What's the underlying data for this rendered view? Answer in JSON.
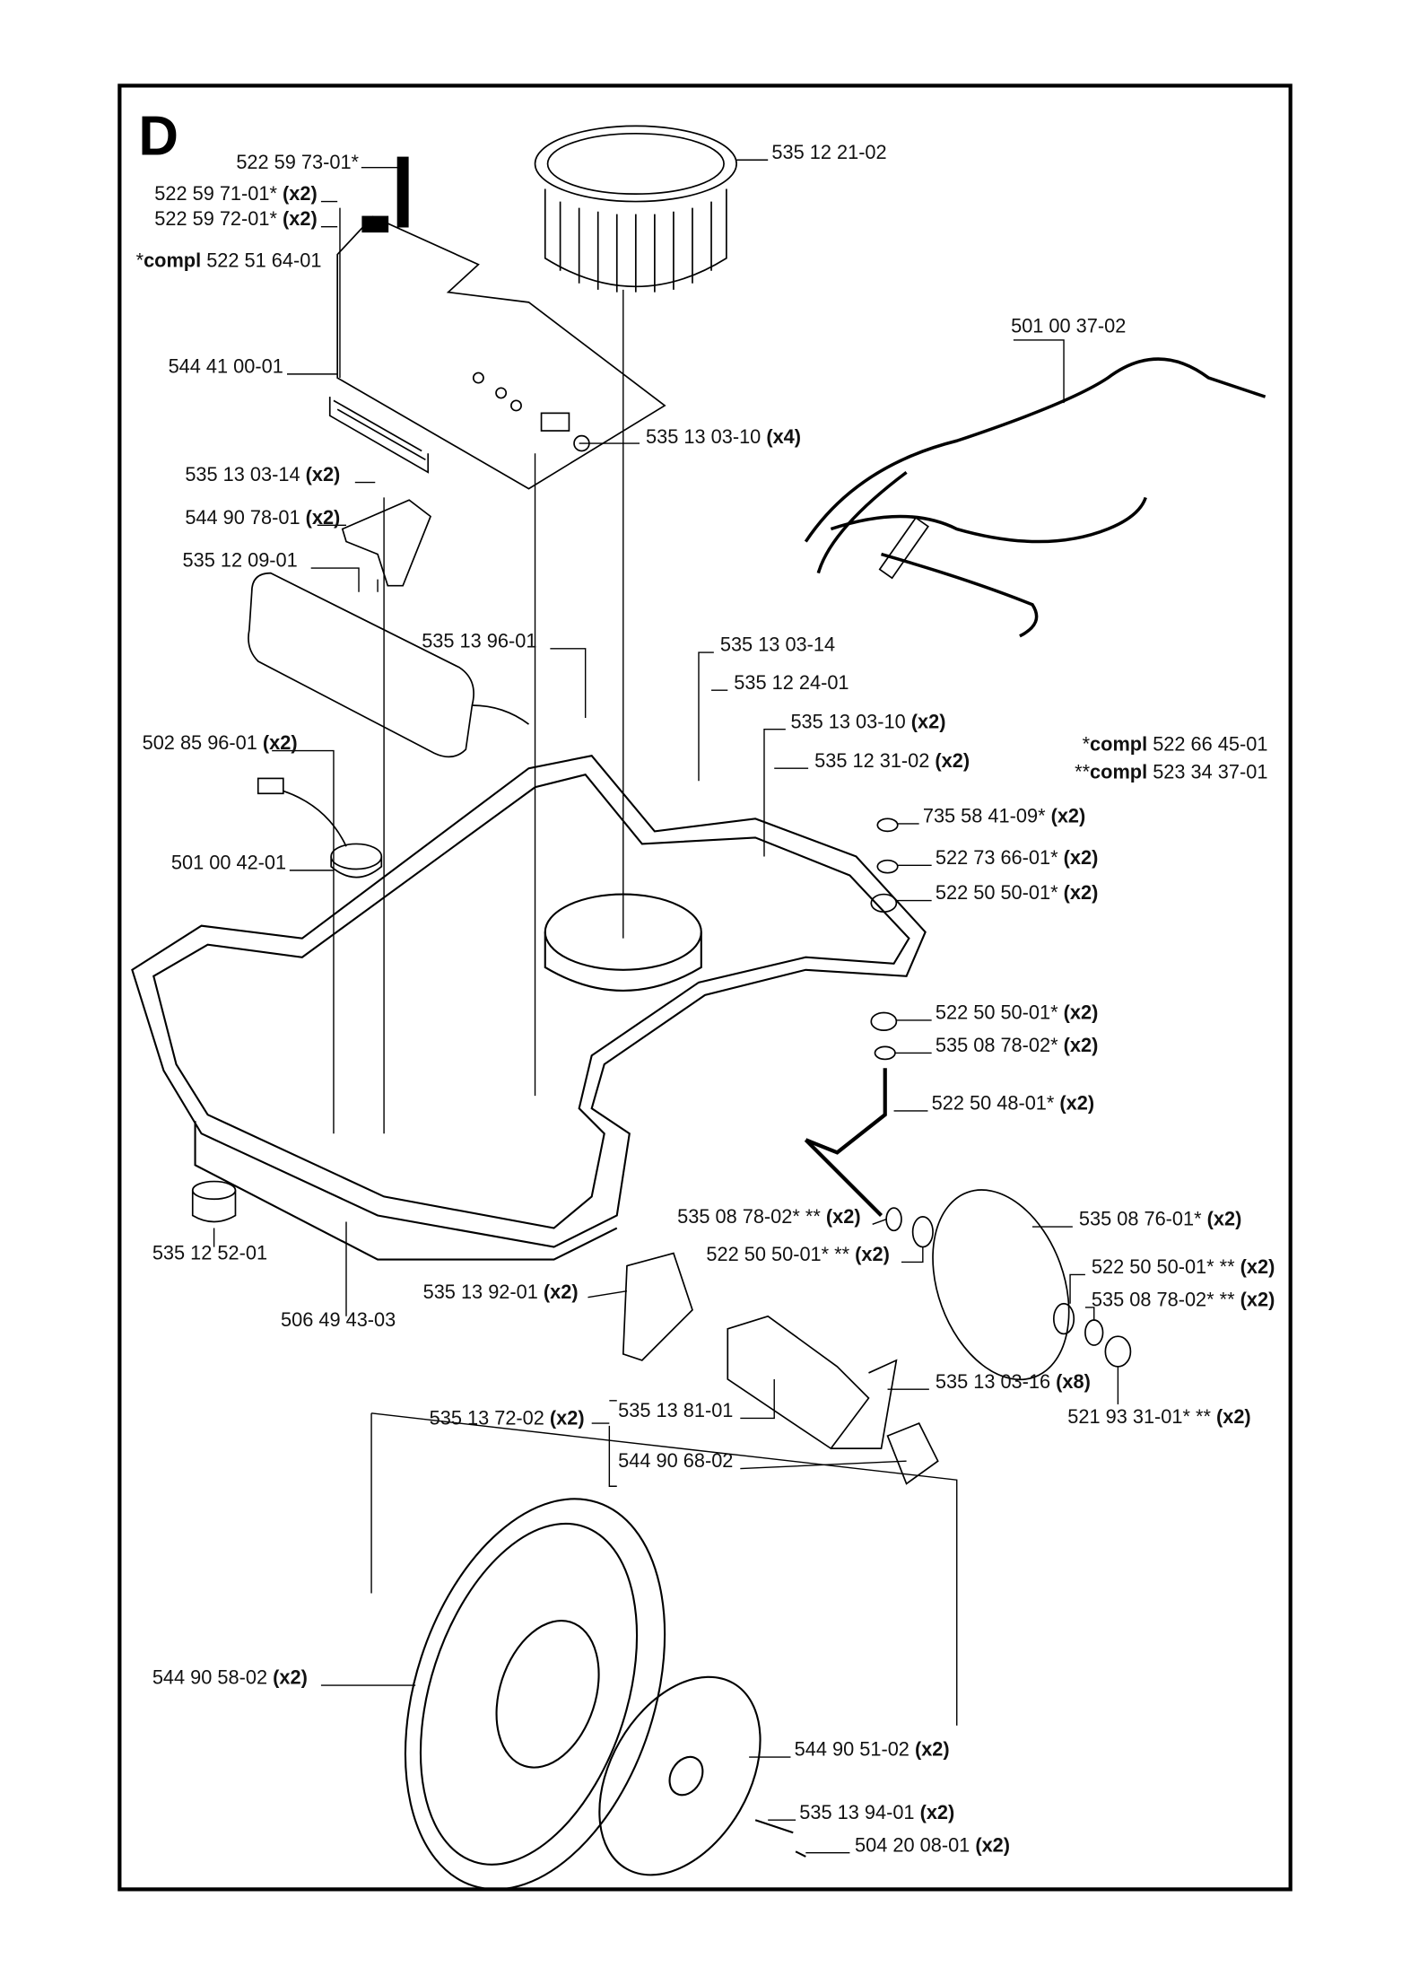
{
  "section_letter": "D",
  "labels": [
    {
      "num": "522 59 73-01*",
      "qty": ""
    },
    {
      "num": "522 59 71-01*",
      "qty": "(x2)"
    },
    {
      "num": "522 59 72-01*",
      "qty": "(x2)"
    },
    {
      "pre": "*",
      "bold": "compl",
      "num": "522 51 64-01",
      "qty": ""
    },
    {
      "num": "544 41 00-01",
      "qty": ""
    },
    {
      "num": "535 13 03-10",
      "qty": "(x4)"
    },
    {
      "num": "535 12 21-02",
      "qty": ""
    },
    {
      "num": "501 00 37-02",
      "qty": ""
    },
    {
      "num": "535 13 03-14",
      "qty": "(x2)"
    },
    {
      "num": "544 90 78-01",
      "qty": "(x2)"
    },
    {
      "num": "535 12 09-01",
      "qty": ""
    },
    {
      "num": "535 13 96-01",
      "qty": ""
    },
    {
      "num": "535 13 03-14",
      "qty": ""
    },
    {
      "num": "535 12 24-01",
      "qty": ""
    },
    {
      "num": "535 13 03-10",
      "qty": "(x2)"
    },
    {
      "num": "535 12 31-02",
      "qty": "(x2)"
    },
    {
      "pre": "*",
      "bold": "compl",
      "num": "522 66 45-01",
      "qty": ""
    },
    {
      "pre": "**",
      "bold": "compl",
      "num": "523 34 37-01",
      "qty": ""
    },
    {
      "num": "502 85 96-01",
      "qty": "(x2)"
    },
    {
      "num": "501 00 42-01",
      "qty": ""
    },
    {
      "num": "735 58 41-09*",
      "qty": "(x2)"
    },
    {
      "num": "522 73 66-01*",
      "qty": "(x2)"
    },
    {
      "num": "522 50 50-01*",
      "qty": "(x2)"
    },
    {
      "num": "522 50 50-01*",
      "qty": "(x2)"
    },
    {
      "num": "535 08 78-02*",
      "qty": "(x2)"
    },
    {
      "num": "522 50 48-01*",
      "qty": "(x2)"
    },
    {
      "num": "535 08 78-02* **",
      "qty": "(x2)"
    },
    {
      "num": "522 50 50-01* **",
      "qty": "(x2)"
    },
    {
      "num": "535 08 76-01*",
      "qty": "(x2)"
    },
    {
      "num": "522 50 50-01* **",
      "qty": "(x2)"
    },
    {
      "num": "535 08 78-02* **",
      "qty": "(x2)"
    },
    {
      "num": "535 12 52-01",
      "qty": ""
    },
    {
      "num": "506 49 43-03",
      "qty": ""
    },
    {
      "num": "535 13 92-01",
      "qty": "(x2)"
    },
    {
      "num": "535 13 03-16",
      "qty": "(x8)"
    },
    {
      "num": "521 93 31-01* **",
      "qty": "(x2)"
    },
    {
      "num": "535 13 72-02",
      "qty": "(x2)"
    },
    {
      "num": "535 13 81-01",
      "qty": ""
    },
    {
      "num": "544 90 68-02",
      "qty": ""
    },
    {
      "num": "544 90 58-02",
      "qty": "(x2)"
    },
    {
      "num": "544 90 51-02",
      "qty": "(x2)"
    },
    {
      "num": "535 13 94-01",
      "qty": "(x2)"
    },
    {
      "num": "504 20 08-01",
      "qty": "(x2)"
    }
  ]
}
